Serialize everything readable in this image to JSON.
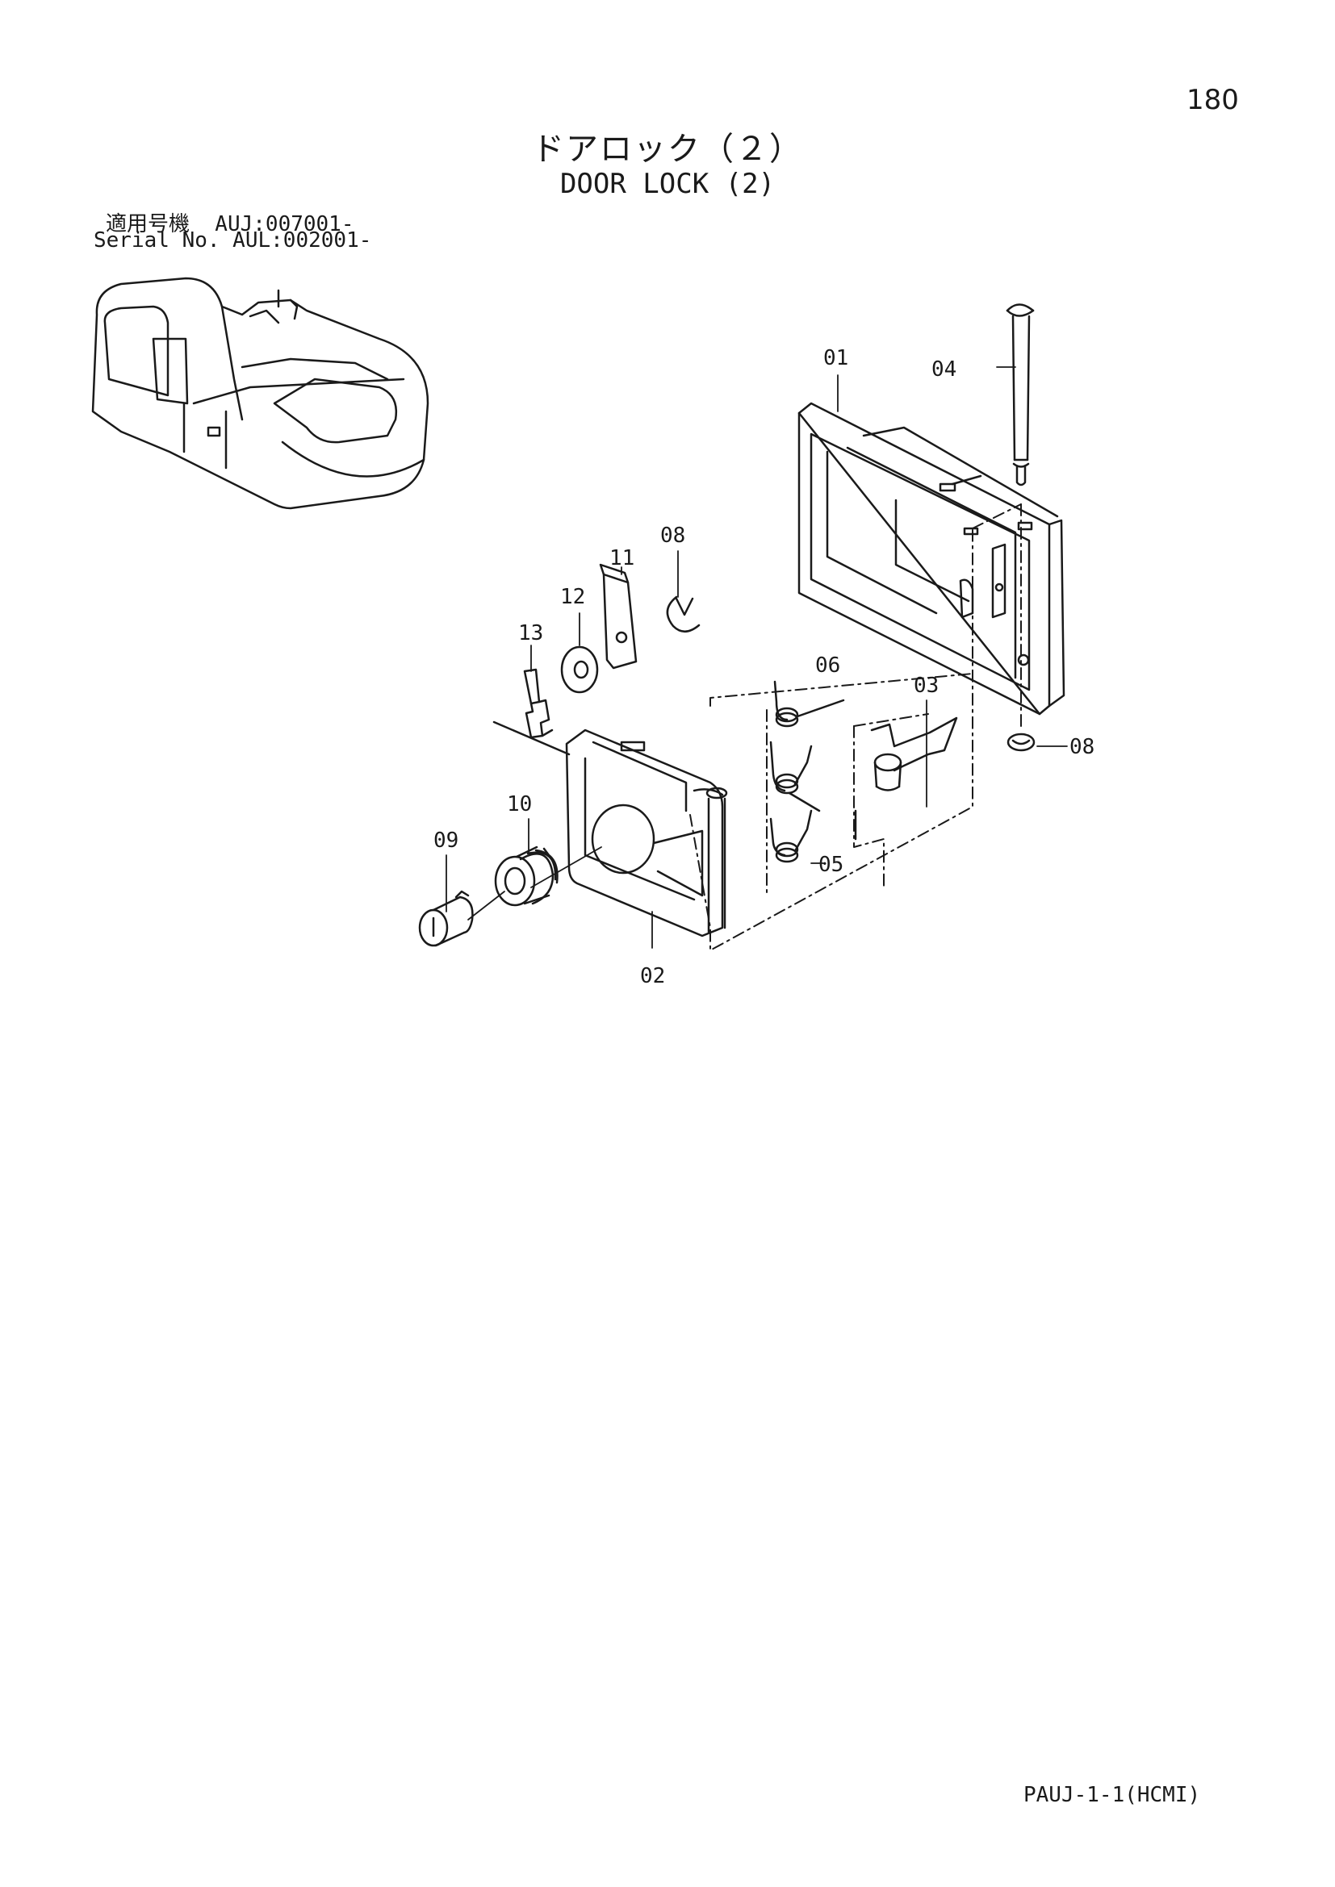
{
  "header": {
    "page_number": "180",
    "title_jp": "ドアロック（２）",
    "title_en": "DOOR LOCK (2)",
    "serial_jp": "適用号機  AUJ:007001-",
    "serial_en": "Serial No. AUL:002001-"
  },
  "callouts": [
    "01",
    "04",
    "08",
    "11",
    "12",
    "13",
    "06",
    "03",
    "08",
    "10",
    "09",
    "05",
    "02"
  ],
  "footer": {
    "code": "PAUJ-1-1(HCMI)"
  }
}
